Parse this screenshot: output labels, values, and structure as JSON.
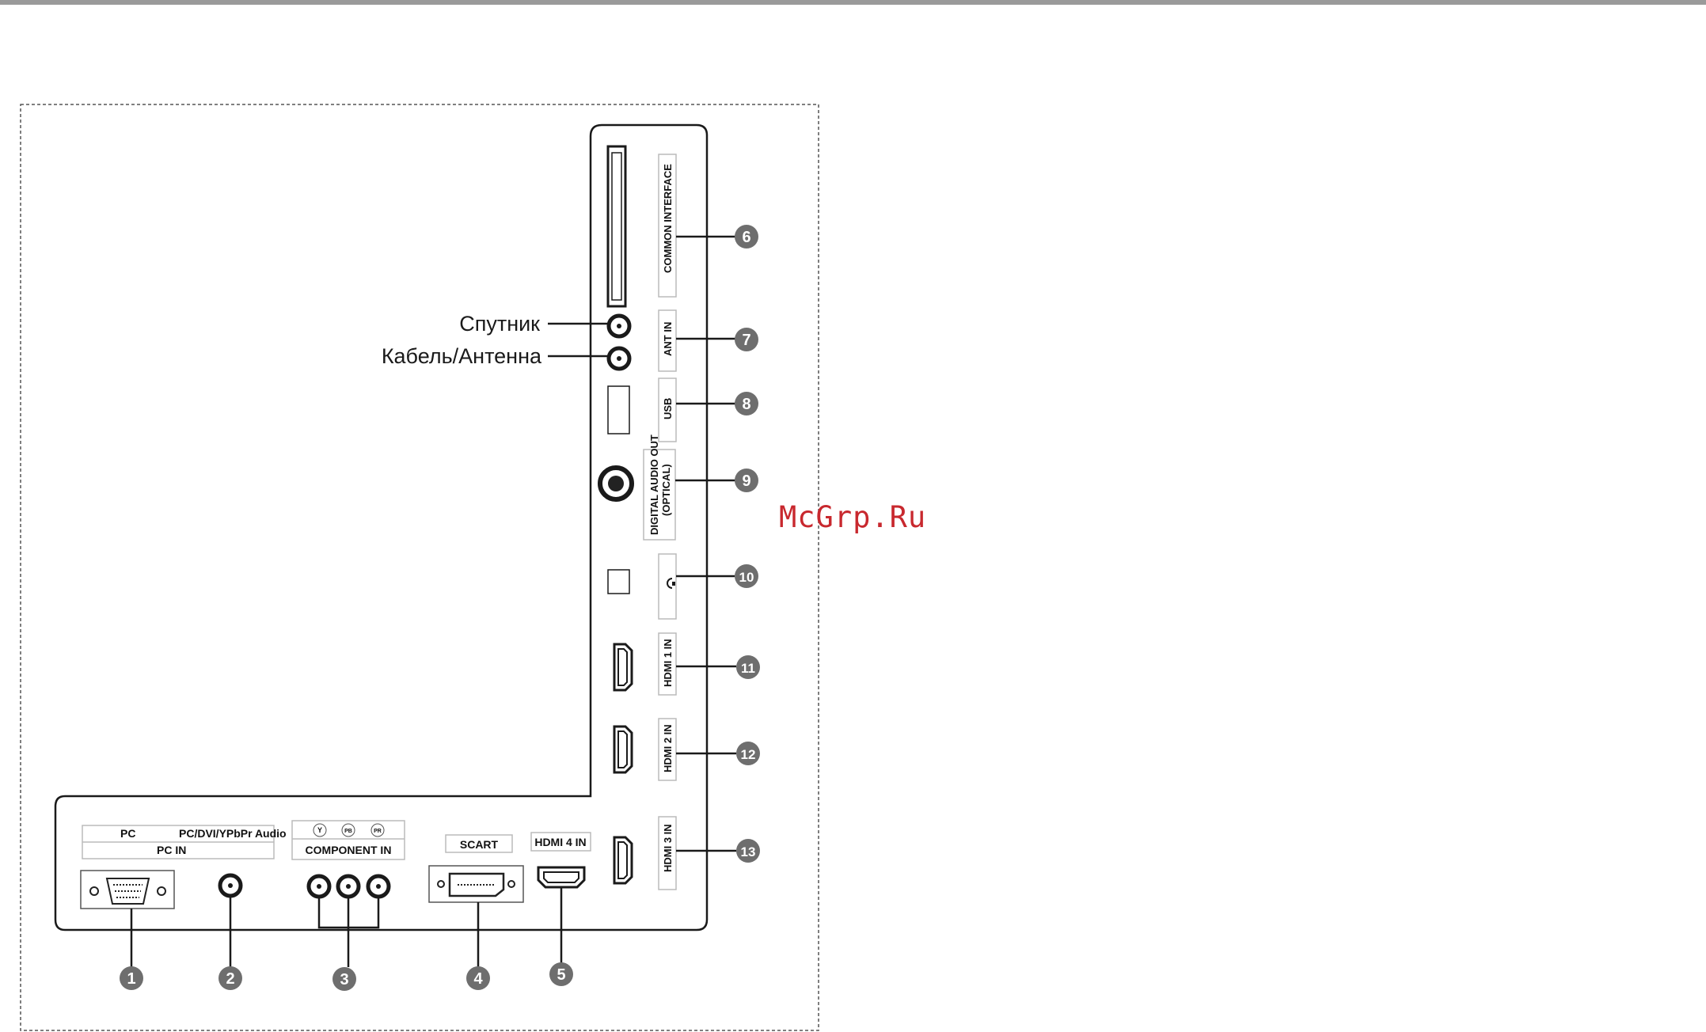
{
  "top_labels": [
    {
      "id": "pc",
      "text": "PC"
    },
    {
      "id": "pc_dvi_audio",
      "text": "PC/DVI/YPbPr  Audio"
    },
    {
      "id": "pc_in",
      "text": "PC IN"
    },
    {
      "id": "component_in",
      "text": "COMPONENT   IN"
    },
    {
      "id": "y",
      "text": "Y"
    },
    {
      "id": "pb",
      "text": "PB"
    },
    {
      "id": "pr",
      "text": "PR"
    },
    {
      "id": "scart",
      "text": "SCART"
    },
    {
      "id": "hdmi4",
      "text": "HDMI 4 IN"
    }
  ],
  "side_labels": [
    {
      "id": "common_interface",
      "text": "COMMON INTERFACE"
    },
    {
      "id": "ant_in",
      "text": "ANT IN"
    },
    {
      "id": "usb",
      "text": "USB"
    },
    {
      "id": "digital_audio_out",
      "text": "DIGITAL AUDIO OUT"
    },
    {
      "id": "optical",
      "text": "(OPTICAL)"
    },
    {
      "id": "hdmi1",
      "text": "HDMI 1 IN"
    },
    {
      "id": "hdmi2",
      "text": "HDMI 2 IN"
    },
    {
      "id": "hdmi3",
      "text": "HDMI 3 IN"
    }
  ],
  "antenna_labels": [
    "Спутник",
    "Кабель/Антенна"
  ],
  "callouts": [
    "1",
    "2",
    "3",
    "4",
    "5",
    "6",
    "7",
    "8",
    "9",
    "10",
    "11",
    "12",
    "13"
  ],
  "watermark": "McGrp.Ru",
  "colors": {
    "callout": "#6e6e6e",
    "line": "#1a1a1a",
    "watermark": "#c8282e",
    "dashed_border": "#555555"
  }
}
